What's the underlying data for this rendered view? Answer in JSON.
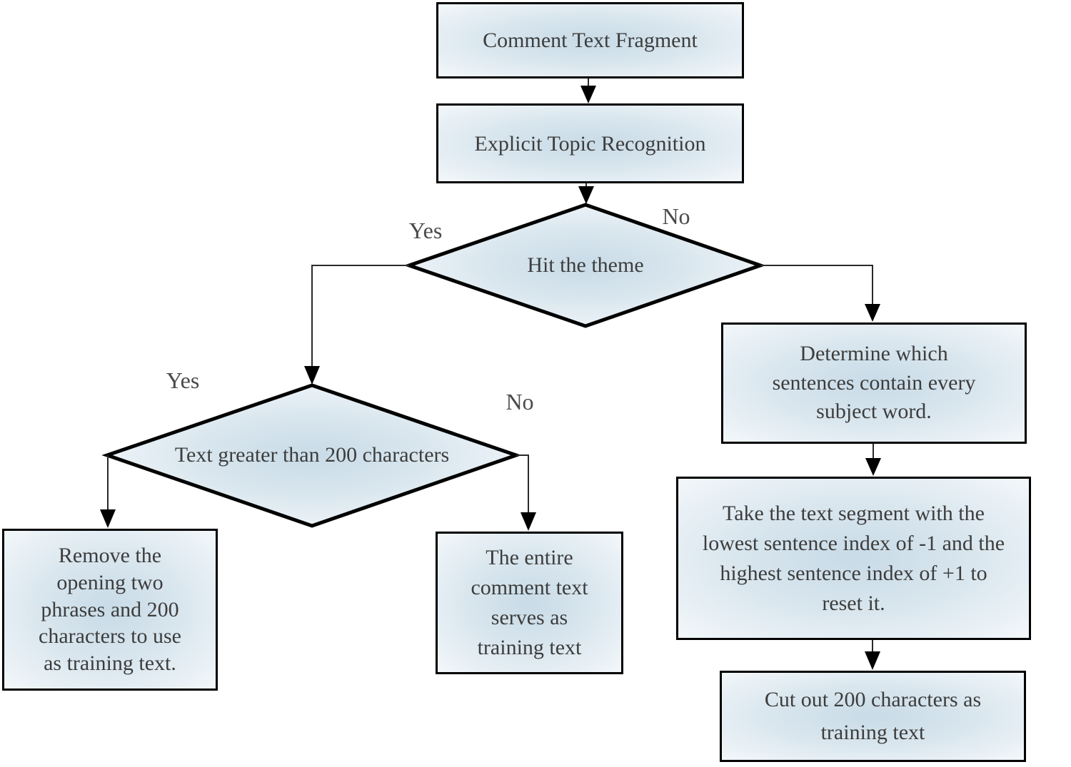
{
  "diagram": {
    "type": "flowchart",
    "nodes": {
      "comment": {
        "label": "Comment Text Fragment",
        "shape": "rect"
      },
      "explicit": {
        "label": "Explicit Topic Recognition",
        "shape": "rect"
      },
      "hit_theme": {
        "label": "Hit the theme",
        "shape": "decision-diamond"
      },
      "text_200": {
        "label": "Text greater than 200 characters",
        "shape": "decision-diamond"
      },
      "remove": {
        "label": "Remove the\nopening two\nphrases and 200\ncharacters to use\nas training text.",
        "shape": "rect"
      },
      "entire": {
        "label": "The entire\ncomment text\nserves as\ntraining text",
        "shape": "rect"
      },
      "determine": {
        "label": "Determine which\nsentences contain every\nsubject word.",
        "shape": "rect"
      },
      "take": {
        "label": "Take the text segment with the\nlowest sentence index of -1 and the\nhighest sentence index of +1 to\nreset it.",
        "shape": "rect"
      },
      "cut": {
        "label": "Cut out 200 characters as\ntraining text",
        "shape": "rect"
      }
    },
    "edge_labels": {
      "hit_yes": "Yes",
      "hit_no": "No",
      "len_yes": "Yes",
      "len_no": "No"
    },
    "edges": [
      "comment -> explicit",
      "explicit -> hit_theme",
      "hit_theme -Yes-> text_200",
      "hit_theme -No-> determine",
      "text_200 -Yes-> remove",
      "text_200 -No-> entire",
      "determine -> take",
      "take -> cut"
    ],
    "colors": {
      "node_fill_center": "#c8dbe7",
      "node_fill_edge": "#f5f9fb",
      "node_border": "#000000",
      "text": "#3d3d3d",
      "connector": "#2a2a2a",
      "background": "#ffffff"
    }
  }
}
